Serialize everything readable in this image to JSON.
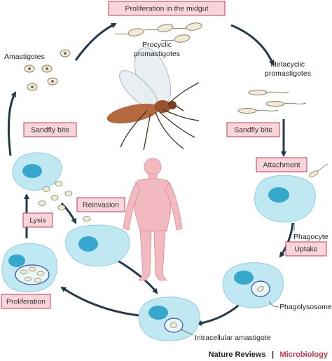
{
  "boxes": {
    "proliferation_midgut": "Proliferation in the midgut",
    "sandfly_bite_right": "Sandfly bite",
    "sandfly_bite_left": "Sandfly bite",
    "attachment": "Attachment",
    "uptake": "Uptake",
    "reinvasion": "Reinvasion",
    "lysis": "Lysis",
    "proliferation": "Proliferation"
  },
  "labels": {
    "amastigotes": "Amastigotes",
    "procyclic_1": "Procyclic",
    "procyclic_2": "promastigotes",
    "metacyclic_1": "Metacyclic",
    "metacyclic_2": "promastigotes",
    "phagocyte": "Phagocyte",
    "phagolysosome": "Phagolysosome",
    "intracellular_amastigote": "Intracellular amastigote"
  },
  "footer": {
    "journal": "Nature Reviews",
    "separator": "|",
    "section": "Microbiology"
  },
  "colors": {
    "box_fill": "#f7d5db",
    "box_border": "#c8385a",
    "cell_fill": "#bfe8f2",
    "cell_edge": "#8fcfe0",
    "nucleus": "#37a8cc",
    "arrow": "#203a4c",
    "human": "#f2b9c0",
    "mosquito_body": "#b5693f",
    "parasite": "#f1ead6"
  }
}
